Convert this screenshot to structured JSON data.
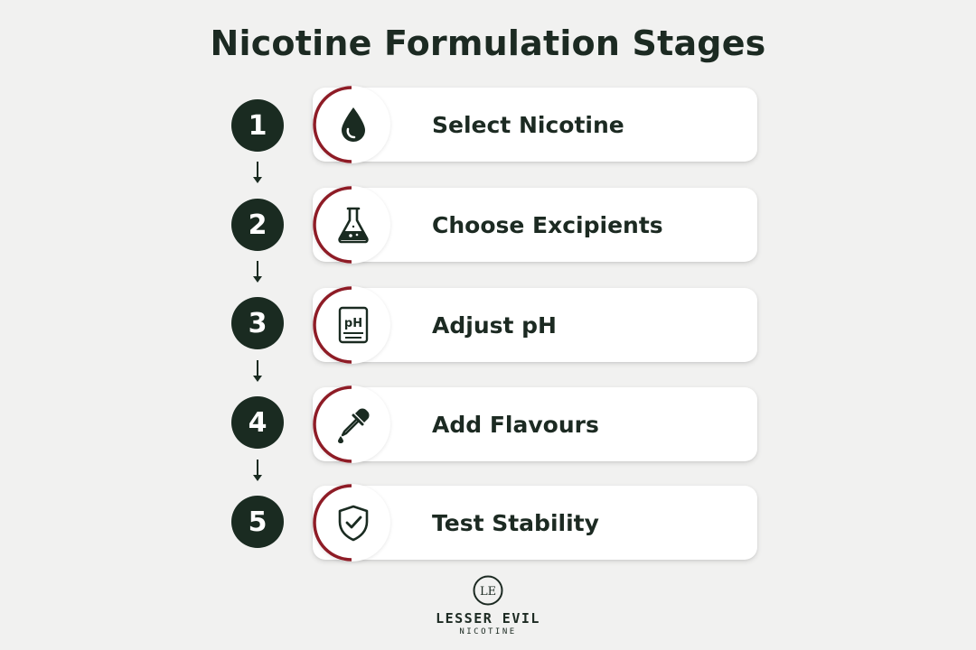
{
  "title": "Nicotine Formulation Stages",
  "colors": {
    "background": "#f1f1f0",
    "dark_green": "#1a2b21",
    "accent_red": "#8e1c26",
    "card": "#ffffff"
  },
  "stages": [
    {
      "number": "1",
      "label": "Select Nicotine",
      "icon": "droplet-icon"
    },
    {
      "number": "2",
      "label": "Choose Excipients",
      "icon": "flask-icon"
    },
    {
      "number": "3",
      "label": "Adjust pH",
      "icon": "ph-meter-icon",
      "icon_text": "pH"
    },
    {
      "number": "4",
      "label": "Add Flavours",
      "icon": "dropper-icon"
    },
    {
      "number": "5",
      "label": "Test Stability",
      "icon": "shield-check-icon"
    }
  ],
  "logo": {
    "mark": "LE",
    "brand": "LESSER EVIL",
    "sub": "NICOTINE"
  }
}
